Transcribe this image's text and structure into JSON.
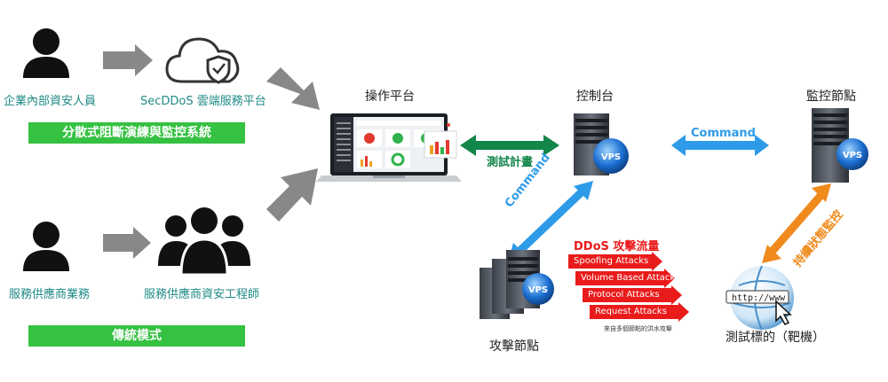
{
  "left": {
    "enterprise_person": "企業內部資安人員",
    "secddos_platform": "SecDDoS 雲端服務平台",
    "distributed_label": "分散式阻斷演練與監控系統",
    "vendor_business": "服務供應商業務",
    "vendor_engineer": "服務供應商資安工程師",
    "traditional_label": "傳統模式"
  },
  "right": {
    "operation_platform": "操作平台",
    "console": "控制台",
    "monitor_node": "監控節點",
    "attack_node": "攻擊節點",
    "target": "測試標的（靶機）",
    "test_plan": "測試計畫",
    "command_top": "Command",
    "command_left": "Command",
    "continuous_monitor": "持續狀態監控",
    "ddos_title": "DDoS 攻擊流量",
    "attacks": [
      "Spoofing Attacks",
      "Volume Based Attacks",
      "Protocol Attacks",
      "Request Attacks"
    ],
    "attack_note": "來自多個節點的洪水攻擊",
    "vps": "VPS",
    "url": "http://www"
  },
  "colors": {
    "green": "#35c141",
    "teal": "#1f8a86",
    "blue_arrow": "#2e9be8",
    "orange_arrow": "#f08a1c",
    "red_attack": "#ea1b1b",
    "gray_arrow": "#888888"
  }
}
